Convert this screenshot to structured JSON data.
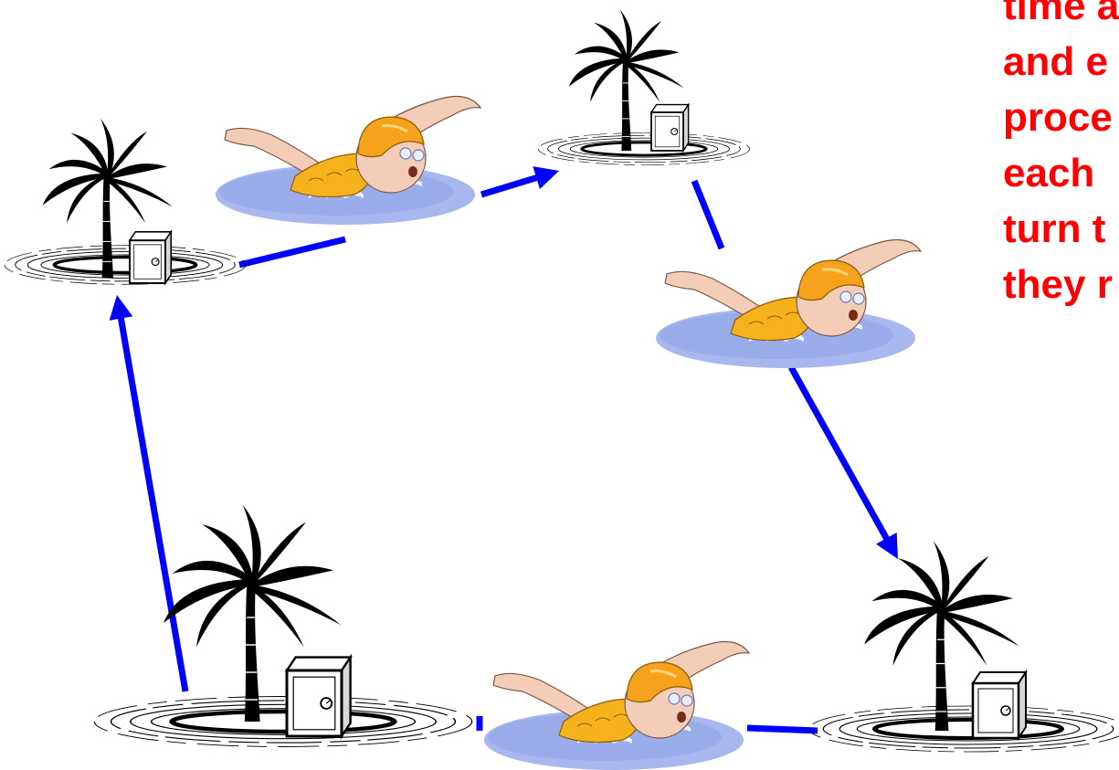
{
  "caption": {
    "lines": [
      "time a",
      "and e",
      "proce",
      "each",
      "turn t",
      "they r"
    ],
    "color": "#ff0000"
  },
  "diagram": {
    "arrow_color": "#0000ff",
    "islands": [
      {
        "name": "island-start",
        "icons": [
          "palm-tree-icon",
          "safe-icon"
        ]
      },
      {
        "name": "island-upper-left",
        "icons": [
          "palm-tree-icon",
          "safe-icon"
        ]
      },
      {
        "name": "island-top",
        "icons": [
          "palm-tree-icon",
          "safe-icon"
        ]
      },
      {
        "name": "island-lower-right",
        "icons": [
          "palm-tree-icon",
          "safe-icon"
        ]
      }
    ],
    "swimmers": [
      "swimmer-icon",
      "swimmer-icon",
      "swimmer-icon"
    ]
  }
}
